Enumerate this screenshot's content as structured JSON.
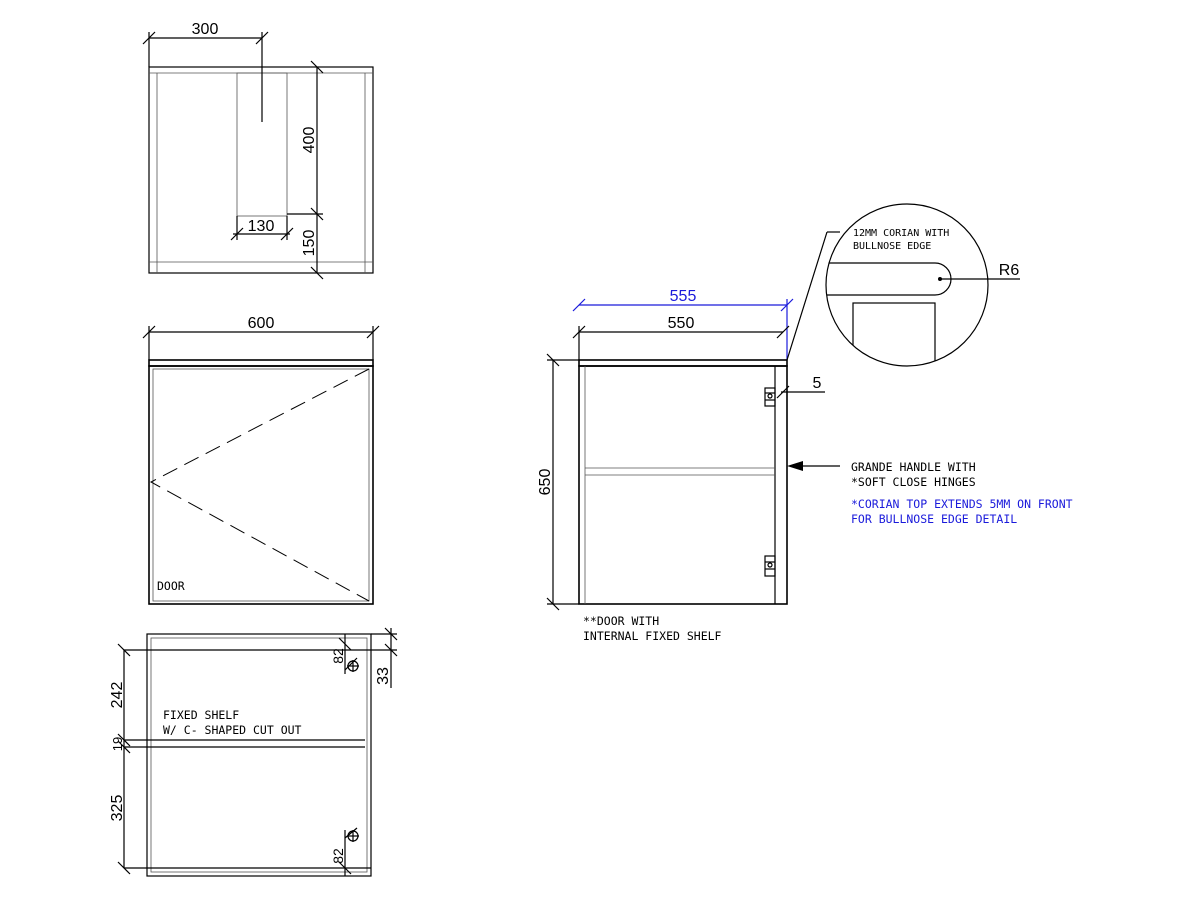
{
  "top_view": {
    "dim_300": "300",
    "dim_400": "400",
    "dim_130": "130",
    "dim_150": "150"
  },
  "front_view": {
    "dim_600": "600",
    "door_label": "DOOR"
  },
  "shelf_view": {
    "dim_242": "242",
    "dim_19": "19",
    "dim_325": "325",
    "dim_82_top": "82",
    "dim_82_bottom": "82",
    "dim_33": "33",
    "shelf_note_line1": "FIXED SHELF",
    "shelf_note_line2": "W/ C- SHAPED CUT OUT"
  },
  "side_view": {
    "dim_555": "555",
    "dim_550": "550",
    "dim_650": "650",
    "dim_5": "5",
    "detail_line1": "12MM CORIAN WITH",
    "detail_line2": "BULLNOSE EDGE",
    "radius": "R6",
    "handle_line1": "GRANDE HANDLE WITH",
    "handle_line2": "*SOFT CLOSE HINGES",
    "corian_line1": "*CORIAN TOP EXTENDS 5MM ON FRONT",
    "corian_line2": "FOR BULLNOSE EDGE DETAIL",
    "door_note_line1": "**DOOR WITH",
    "door_note_line2": "INTERNAL FIXED SHELF"
  },
  "colors": {
    "line": "#000000",
    "accent_blue": "#1a1adb"
  }
}
